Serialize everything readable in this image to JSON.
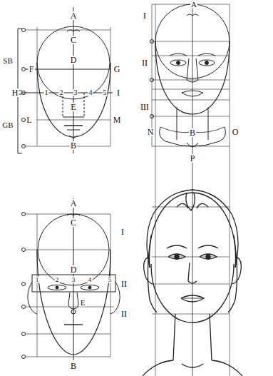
{
  "diagram": {
    "labels": [
      "A",
      "C",
      "SB",
      "F",
      "D",
      "G",
      "H",
      "1",
      "2",
      "3",
      "4",
      "5",
      "I",
      "E",
      "GB",
      "L",
      "M",
      "B",
      "A",
      "C",
      "I",
      "D",
      "II",
      "1",
      "2",
      "3",
      "4",
      "5",
      "E",
      "II",
      "B",
      "A",
      "I",
      "II",
      "III",
      "N",
      "B",
      "O",
      "P"
    ]
  }
}
